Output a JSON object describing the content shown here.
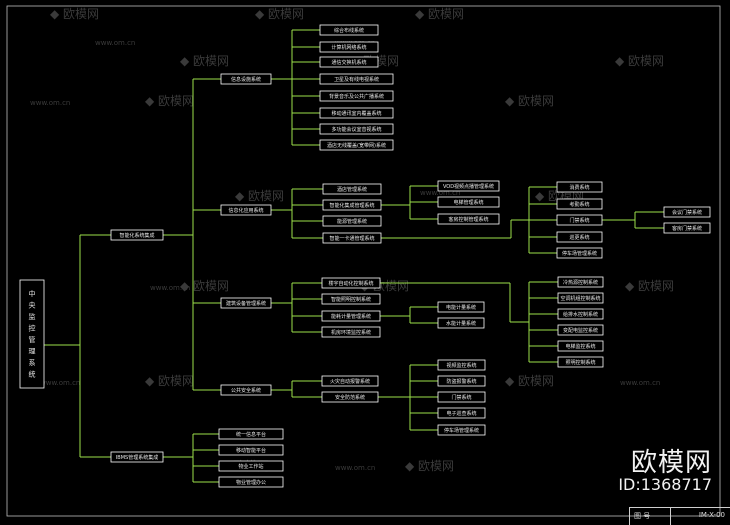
{
  "watermark": {
    "brand": "欧模网",
    "site": "www.om.cn"
  },
  "id_badge": {
    "brand": "欧模网",
    "id": "ID:1368717"
  },
  "title_block": {
    "left": "图 号",
    "right": "IM-X-00"
  },
  "colors": {
    "background": "#000000",
    "connector": "#9be04a",
    "box_border": "#ffffff",
    "text": "#e8e8e8",
    "watermark": "#3a3a3a"
  },
  "tree": {
    "root": "中央监控管理系统",
    "level1": [
      "智能化系统集成",
      "IBMS管理系统集成"
    ],
    "level2": [
      "信息设施系统",
      "信息化应用系统",
      "建筑设备管理系统",
      "公共安全系统"
    ],
    "info_facility": [
      "综合布线系统",
      "计算机网络系统",
      "通信交换机系统",
      "卫星及有线电视系统",
      "背景音乐及公共广播系统",
      "移动通讯室内覆盖系统",
      "多功能会议室音视系统",
      "酒店无线覆盖(宽带网)系统"
    ],
    "info_app": [
      "酒店管理系统",
      "智能化集成管理系统",
      "能源管理系统",
      "智能一卡通管理系统"
    ],
    "info_app_sub": [
      "VOD视频点播管理系统",
      "电梯管理系统",
      "客房控制管理系统"
    ],
    "card_sub": [
      "消费系统",
      "考勤系统",
      "门禁系统",
      "巡更系统",
      "停车场管理系统"
    ],
    "door_sub": [
      "会议门禁系统",
      "客房门禁系统"
    ],
    "bas": [
      "楼宇自动化控制系统",
      "智能照明控制系统",
      "能耗计量管理系统",
      "机房环境监控系统"
    ],
    "bas_sub": [
      "冷热源控制系统",
      "空调机组控制系统",
      "给排水控制系统",
      "变配电监控系统",
      "电梯监控系统",
      "照明控制系统"
    ],
    "energy_sub": [
      "电能计量系统",
      "水能计量系统"
    ],
    "safety": [
      "火灾自动报警系统",
      "安全防范系统"
    ],
    "safety_sub": [
      "视频监控系统",
      "防盗报警系统",
      "门禁系统",
      "电子巡查系统",
      "停车场管理系统"
    ],
    "ibms": [
      "统一信息平台",
      "移动智能平台",
      "物业工作站",
      "物业管理办公"
    ]
  }
}
